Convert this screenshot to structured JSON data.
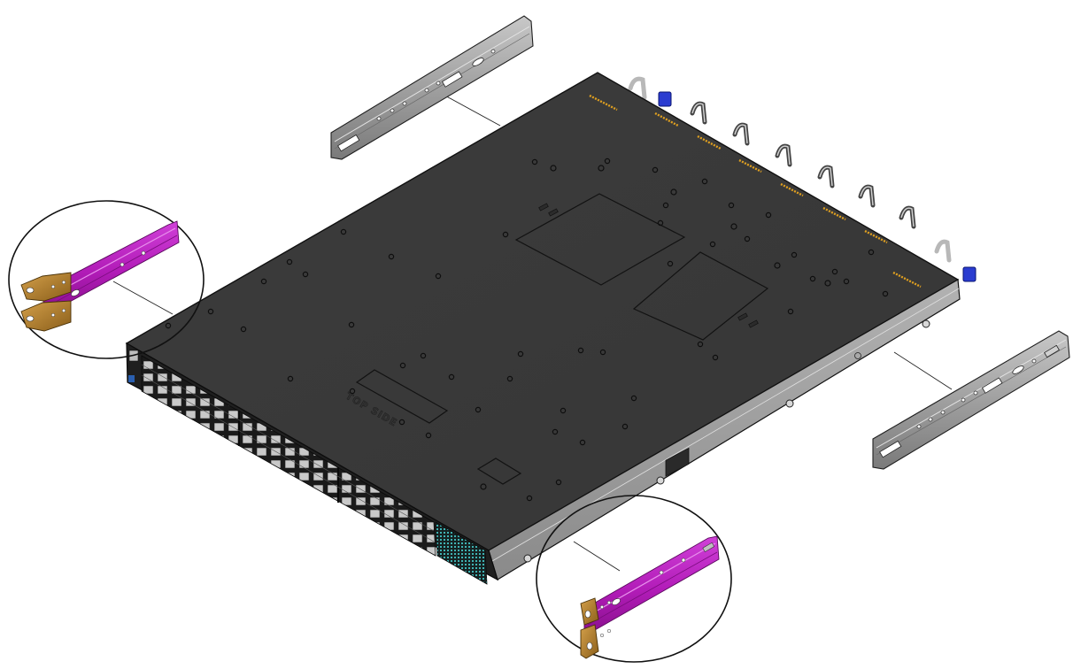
{
  "diagram": {
    "type": "exploded-assembly",
    "subject": "1U network switch with rack rail kit",
    "background_color": "#ffffff",
    "chassis": {
      "top_label": "TOP SIDE",
      "top_color": "#3a3a3a",
      "side_color": "#9a9a9a",
      "front_ports": {
        "rj45_groups": 3,
        "rj45_per_group_visible": 16,
        "uplink_block_color": "#3fb3b3"
      },
      "status_led_color": "#e0a020",
      "rear_handles": 8,
      "rear_tab_color": "#2a3cd0",
      "top_stickers": [
        "label",
        "label",
        "label",
        "label"
      ]
    },
    "parts": [
      {
        "id": "rear-rail-left",
        "kind": "rear rail",
        "color": "#a8a8a8",
        "position": "top-center"
      },
      {
        "id": "rear-rail-right",
        "kind": "rear rail",
        "color": "#a8a8a8",
        "position": "right"
      },
      {
        "id": "front-bracket-left",
        "kind": "front mounting bracket",
        "color": "#b21cb8",
        "tab_color": "#b8862a",
        "callout": "circled",
        "position": "left"
      },
      {
        "id": "front-bracket-right",
        "kind": "front mounting bracket",
        "color": "#b21cb8",
        "tab_color": "#b8862a",
        "callout": "circled",
        "position": "bottom-center"
      }
    ],
    "leader_lines": 4
  }
}
